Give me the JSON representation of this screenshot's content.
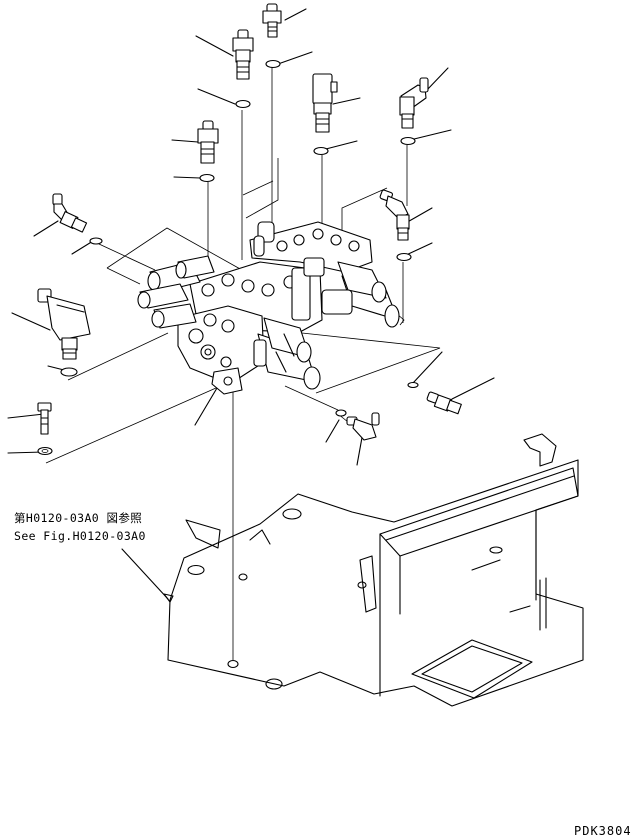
{
  "reference": {
    "japanese": "第H0120-03A0 図参照",
    "english": "See Fig.H0120-03A0"
  },
  "drawing_id": "PDK3804",
  "colors": {
    "line": "#000000",
    "background": "#ffffff"
  }
}
